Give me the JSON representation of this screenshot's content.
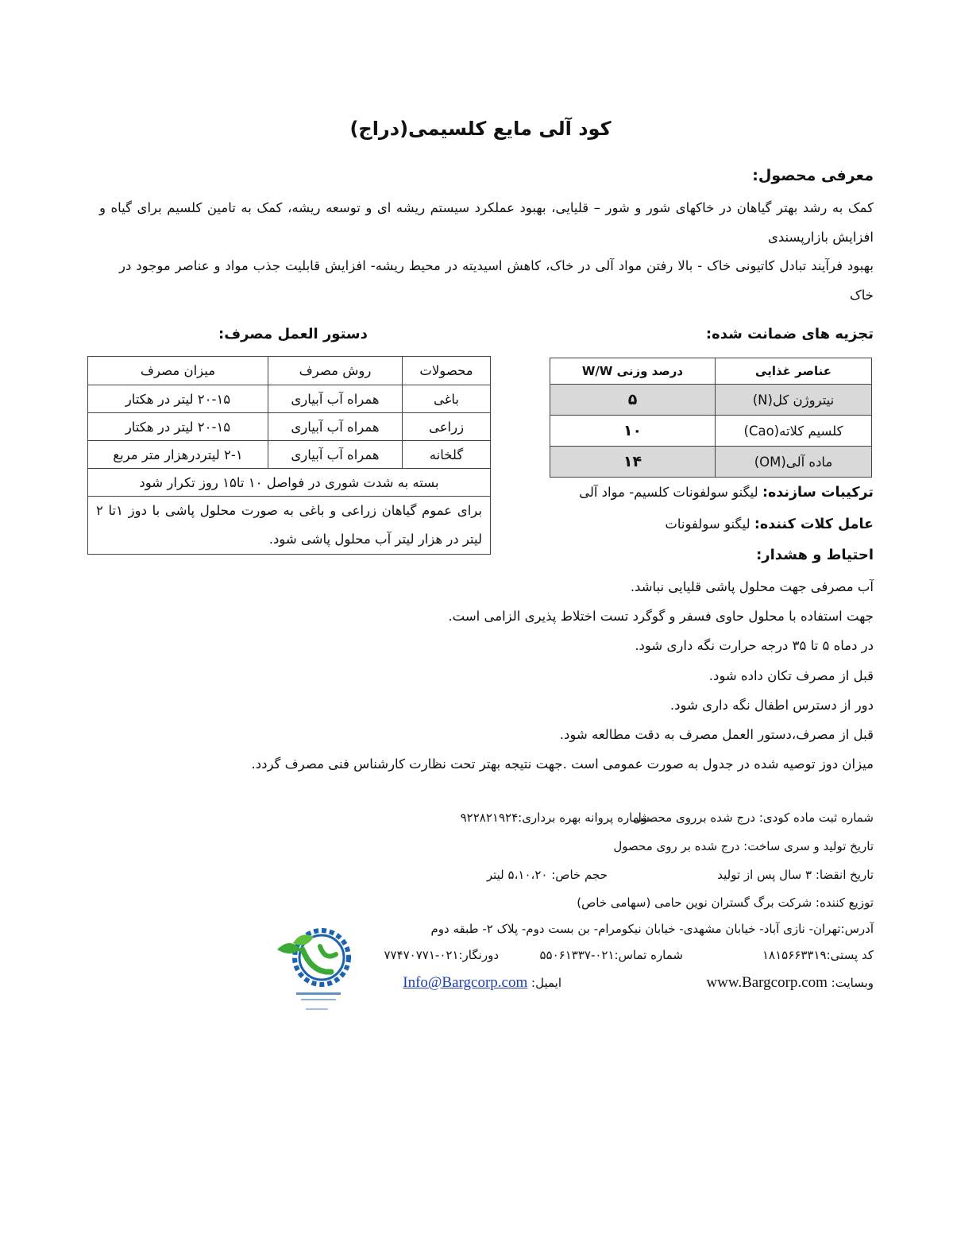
{
  "title": "کود آلی مایع کلسیمی(دراج)",
  "intro": {
    "heading": "معرفی محصول:",
    "paragraph1": "کمک به رشد بهتر گیاهان در خاکهای شور و شور – قلیایی، بهبود عملکرد سیستم ریشه ای و توسعه ریشه، کمک به تامین کلسیم برای گیاه و افزایش بازارپسندی",
    "paragraph2": "بهبود فرآیند تبادل کاتیونی خاک - بالا رفتن مواد آلی در خاک، کاهش اسیدیته در محیط ریشه- افزایش قابلیت جذب مواد و عناصر موجود در خاک"
  },
  "analysis": {
    "heading": "تجزیه های ضمانت شده:",
    "columns": [
      "عناصر غذایی",
      "درصد وزنی W/W"
    ],
    "rows": [
      {
        "element": "نیتروژن کل(N)",
        "value": "۵"
      },
      {
        "element": "کلسیم کلاته(Cao)",
        "value": "۱۰"
      },
      {
        "element": "ماده آلی(OM)",
        "value": "۱۴"
      }
    ]
  },
  "usage": {
    "heading": "دستور العمل مصرف:",
    "columns": [
      "محصولات",
      "روش مصرف",
      "میزان مصرف"
    ],
    "rows": [
      {
        "product": "باغی",
        "method": "همراه آب آبیاری",
        "amount": "۲۰-۱۵ لیتر در هکتار"
      },
      {
        "product": "زراعی",
        "method": "همراه آب آبیاری",
        "amount": "۲۰-۱۵ لیتر در هکتار"
      },
      {
        "product": "گلخانه",
        "method": "همراه آب آبیاری",
        "amount": "۲-۱ لیتردرهزار متر مربع"
      }
    ],
    "note1": "بسته به شدت شوری در فواصل ۱۰ تا۱۵ روز تکرار شود",
    "note2": "برای عموم گیاهان زراعی و باغی به صورت محلول پاشی با دوز ۱تا ۲ لیتر در هزار لیتر آب محلول پاشی شود."
  },
  "composition": {
    "label": "ترکیبات سازنده:",
    "value": "لیگنو سولفونات کلسیم- مواد آلی"
  },
  "chelating": {
    "label": "عامل کلات کننده:",
    "value": "لیگنو سولفونات"
  },
  "warnings": {
    "heading": "احتیاط و هشدار:",
    "items": [
      "آب مصرفی جهت محلول پاشی قلیایی نباشد.",
      "جهت استفاده با محلول حاوی فسفر و گوگرد تست اختلاط پذیری الزامی است.",
      "در دماه ۵ تا ۳۵ درجه حرارت نگه داری شود.",
      "قبل از مصرف تکان داده شود.",
      "دور از دسترس اطفال نگه داری شود.",
      "قبل از مصرف،دستور العمل مصرف به دقت مطالعه شود.",
      "میزان دوز توصیه شده در جدول به صورت عمومی است .جهت نتیجه بهتر تحت نظارت کارشناس فنی مصرف گردد."
    ]
  },
  "info": {
    "registration": "شماره ثبت ماده کودی: درج شده برروی محصول",
    "license": "شماره پروانه بهره برداری:۹۲۲۸۲۱۹۲۴",
    "production": "تاریخ تولید و سری ساخت: درج شده بر روی محصول",
    "expiry": "تاریخ انقضا: ۳ سال پس از تولید",
    "volume": "حجم خاص: ۵،۱۰،۲۰ لیتر",
    "distributor": "توزیع کننده: شرکت برگ گستران نوین حامی (سهامی خاص)",
    "address": "آدرس:تهران- نازی آباد- خیابان مشهدی- خیابان نیکومرام- بن بست دوم- پلاک ۲- طبقه دوم",
    "postal": "کد پستی:۱۸۱۵۶۶۳۳۱۹",
    "phone": "شماره تماس:۰۲۱-۵۵۰۶۱۳۳۷",
    "fax": "دورنگار:۰۲۱-۷۷۴۷۰۷۷۱",
    "website_label": "وبسایت:",
    "website": "www.Bargcorp.com",
    "email_label": "ایمیل:",
    "email": "Info@Bargcorp.com"
  },
  "colors": {
    "link": "#1f3fae",
    "logo_green": "#3aa935",
    "logo_blue": "#1b62b0",
    "table_shade": "#d9d9d9"
  }
}
